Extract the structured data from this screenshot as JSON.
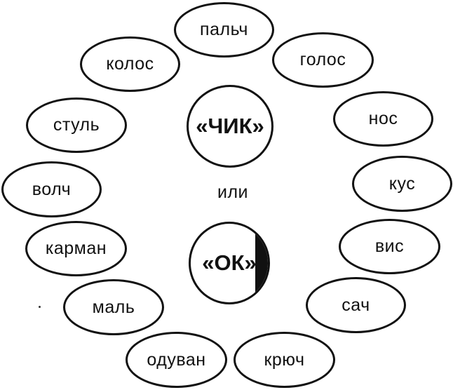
{
  "center": {
    "top_label": "«ЧИК»",
    "connector": "или",
    "bottom_label": "«ОК»"
  },
  "words": [
    "пальч",
    "колос",
    "голос",
    "стуль",
    "нос",
    "волч",
    "кус",
    "карман",
    "вис",
    "маль",
    "сач",
    "одуван",
    "крюч"
  ],
  "colors": {
    "stroke": "#111111",
    "background": "#ffffff"
  }
}
